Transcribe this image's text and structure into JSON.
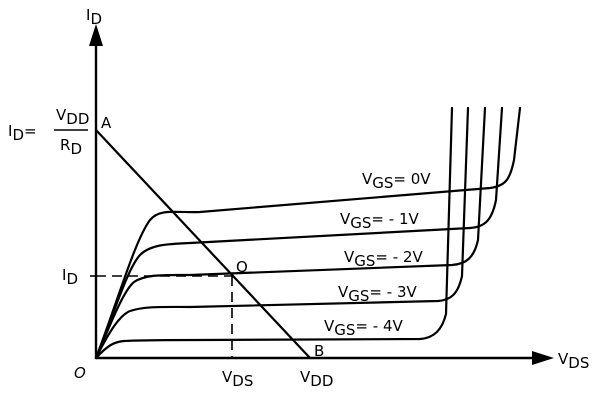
{
  "axes": {
    "y_main": "I",
    "y_sub": "D",
    "x_main": "V",
    "x_sub": "DS"
  },
  "origin": "O",
  "load_line": {
    "point_a": "A",
    "point_b": "B",
    "q_point": "Q"
  },
  "intercept_formula": {
    "lhs_main": "I",
    "lhs_sub": "D",
    "equals": "=",
    "num_main": "V",
    "num_sub": "DD",
    "den_main": "R",
    "den_sub": "D"
  },
  "y_tick": {
    "main": "I",
    "sub": "D"
  },
  "x_ticks": [
    {
      "main": "V",
      "sub": "DS"
    },
    {
      "main": "V",
      "sub": "DD"
    }
  ],
  "curves": [
    {
      "label_main": "V",
      "label_sub": "GS",
      "label_value": "= 0V"
    },
    {
      "label_main": "V",
      "label_sub": "GS",
      "label_value": "= - 1V"
    },
    {
      "label_main": "V",
      "label_sub": "GS",
      "label_value": "= - 2V"
    },
    {
      "label_main": "V",
      "label_sub": "GS",
      "label_value": "= - 3V"
    },
    {
      "label_main": "V",
      "label_sub": "GS",
      "label_value": "= - 4V"
    }
  ]
}
